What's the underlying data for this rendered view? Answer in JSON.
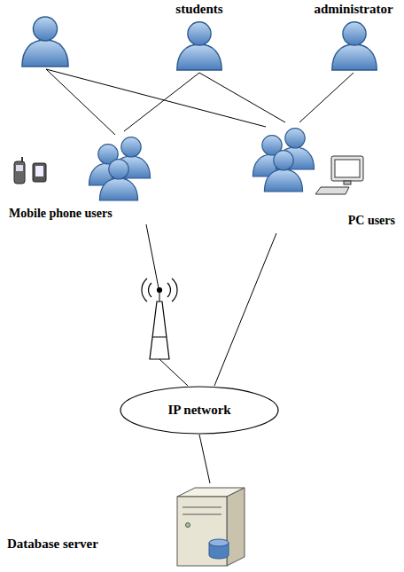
{
  "diagram": {
    "nodes": [
      {
        "text": [
          "students"
        ]
      },
      {
        "text": [
          "administrator"
        ]
      },
      {
        "text": [
          "Mobile phone users"
        ]
      },
      {
        "text": [
          "PC users"
        ]
      },
      {
        "text": [
          "IP network"
        ]
      },
      {
        "text": [
          "Database server"
        ]
      }
    ],
    "edges": [
      {
        "from": 0,
        "to": 2,
        "arrow": "none"
      },
      {
        "from": 0,
        "to": 3,
        "arrow": "none"
      },
      {
        "from": 1,
        "to": 3,
        "arrow": "none"
      },
      {
        "from": 2,
        "to": 4,
        "arrow": "none"
      },
      {
        "from": 3,
        "to": 4,
        "arrow": "none"
      },
      {
        "from": 4,
        "to": 5,
        "arrow": "none"
      }
    ]
  }
}
